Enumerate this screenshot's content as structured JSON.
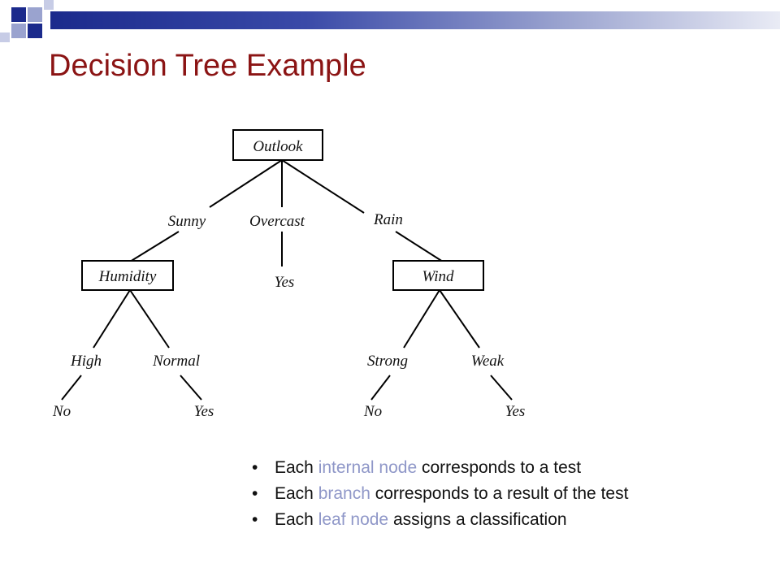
{
  "slide": {
    "title": "Decision Tree Example"
  },
  "tree": {
    "root": "Outlook",
    "branch_sunny": "Sunny",
    "branch_overcast": "Overcast",
    "branch_rain": "Rain",
    "node_humidity": "Humidity",
    "leaf_overcast": "Yes",
    "node_wind": "Wind",
    "branch_high": "High",
    "branch_normal": "Normal",
    "branch_strong": "Strong",
    "branch_weak": "Weak",
    "leaf_high": "No",
    "leaf_normal": "Yes",
    "leaf_strong": "No",
    "leaf_weak": "Yes"
  },
  "notes": [
    {
      "bullet": "•",
      "pre": "Each ",
      "highlight": "internal node",
      "post": " corresponds to a test"
    },
    {
      "bullet": "•",
      "pre": "Each ",
      "highlight": "branch",
      "post": " corresponds to a result of the test"
    },
    {
      "bullet": "•",
      "pre": "Each ",
      "highlight": "leaf node",
      "post": " assigns a classification"
    }
  ],
  "colors": {
    "title": "#8b1414",
    "highlight": "#8f97c8",
    "band_dark": "#1b2a8c"
  }
}
